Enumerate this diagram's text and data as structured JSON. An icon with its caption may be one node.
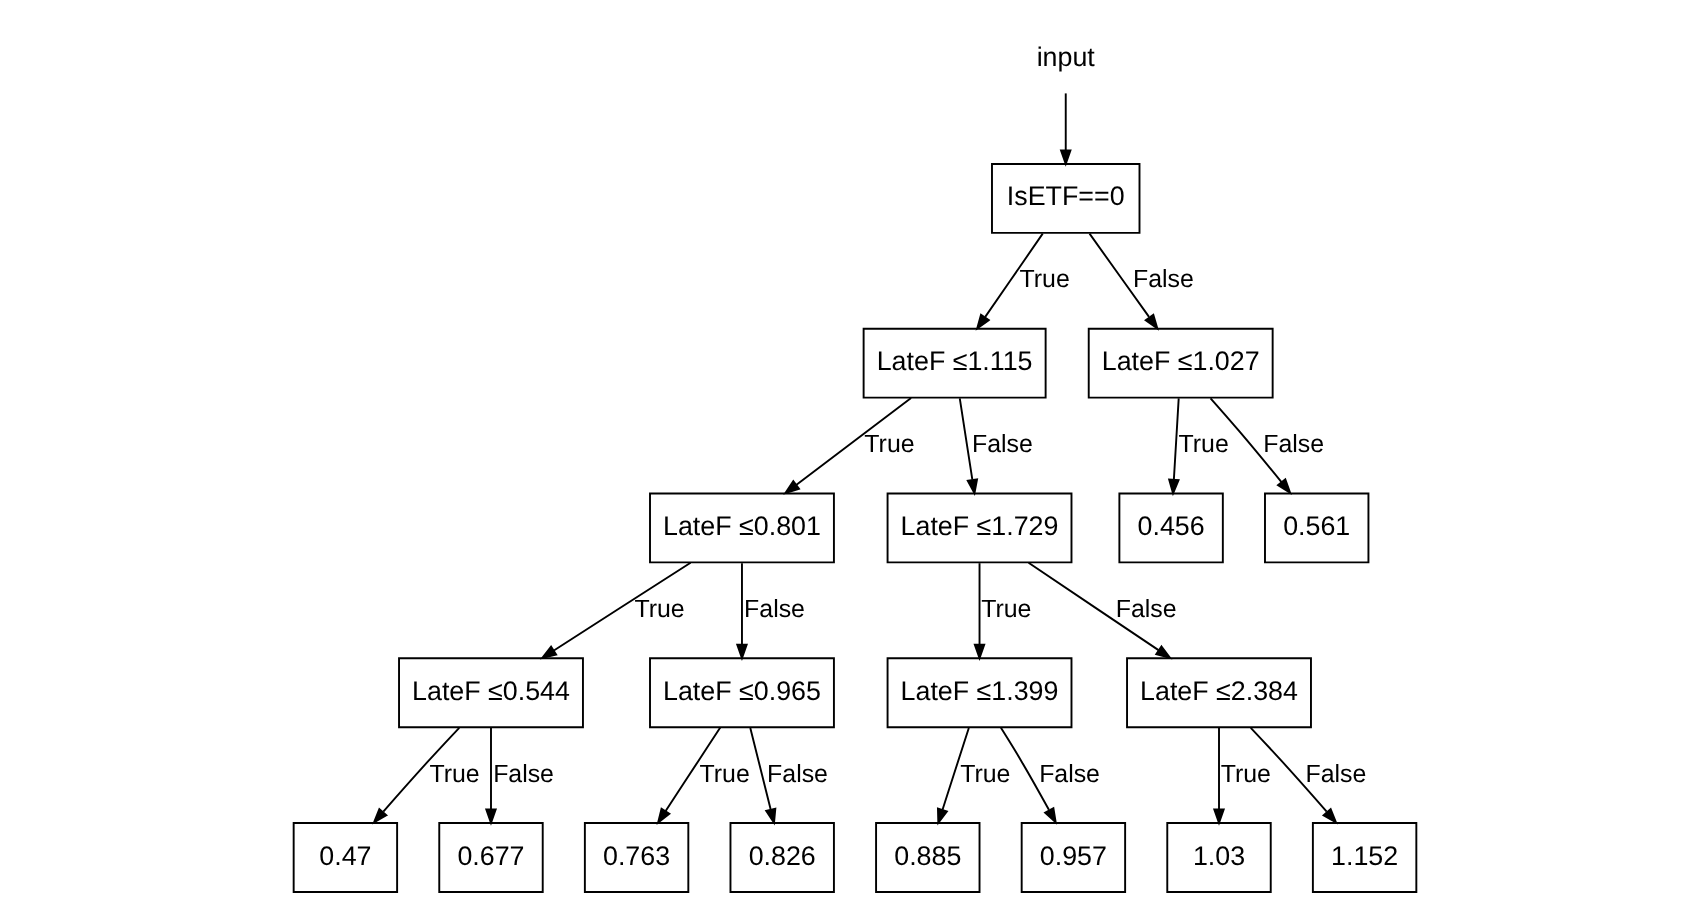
{
  "diagram": {
    "nodes": [
      {
        "text": [
          "input"
        ]
      },
      {
        "text": [
          "IsETF==0"
        ]
      },
      {
        "text": [
          "LateF ≤1.115"
        ]
      },
      {
        "text": [
          "LateF ≤1.027"
        ]
      },
      {
        "text": [
          "LateF ≤0.801"
        ]
      },
      {
        "text": [
          "LateF ≤1.729"
        ]
      },
      {
        "text": [
          "0.456"
        ]
      },
      {
        "text": [
          "0.561"
        ]
      },
      {
        "text": [
          "LateF ≤0.544"
        ]
      },
      {
        "text": [
          "LateF ≤0.965"
        ]
      },
      {
        "text": [
          "LateF ≤1.399"
        ]
      },
      {
        "text": [
          "LateF ≤2.384"
        ]
      },
      {
        "text": [
          "0.47"
        ]
      },
      {
        "text": [
          "0.677"
        ]
      },
      {
        "text": [
          "0.763"
        ]
      },
      {
        "text": [
          "0.826"
        ]
      },
      {
        "text": [
          "0.885"
        ]
      },
      {
        "text": [
          "0.957"
        ]
      },
      {
        "text": [
          "1.03"
        ]
      },
      {
        "text": [
          "1.152"
        ]
      }
    ],
    "edges": [
      {
        "from": 0,
        "to": 1,
        "arrow": "to"
      },
      {
        "from": 1,
        "to": 2,
        "arrow": "to",
        "label": "True"
      },
      {
        "from": 1,
        "to": 3,
        "arrow": "to",
        "label": "False"
      },
      {
        "from": 2,
        "to": 4,
        "arrow": "to",
        "label": "True"
      },
      {
        "from": 2,
        "to": 5,
        "arrow": "to",
        "label": "False"
      },
      {
        "from": 3,
        "to": 6,
        "arrow": "to",
        "label": "True"
      },
      {
        "from": 3,
        "to": 7,
        "arrow": "to",
        "label": "False"
      },
      {
        "from": 4,
        "to": 8,
        "arrow": "to",
        "label": "True"
      },
      {
        "from": 4,
        "to": 9,
        "arrow": "to",
        "label": "False"
      },
      {
        "from": 5,
        "to": 10,
        "arrow": "to",
        "label": "True"
      },
      {
        "from": 5,
        "to": 11,
        "arrow": "to",
        "label": "False"
      },
      {
        "from": 8,
        "to": 12,
        "arrow": "to",
        "label": "True"
      },
      {
        "from": 8,
        "to": 13,
        "arrow": "to",
        "label": "False"
      },
      {
        "from": 9,
        "to": 14,
        "arrow": "to",
        "label": "True"
      },
      {
        "from": 9,
        "to": 15,
        "arrow": "to",
        "label": "False"
      },
      {
        "from": 10,
        "to": 16,
        "arrow": "to",
        "label": "True"
      },
      {
        "from": 10,
        "to": 17,
        "arrow": "to",
        "label": "False"
      },
      {
        "from": 11,
        "to": 18,
        "arrow": "to",
        "label": "True"
      },
      {
        "from": 11,
        "to": 19,
        "arrow": "to",
        "label": "False"
      }
    ]
  }
}
